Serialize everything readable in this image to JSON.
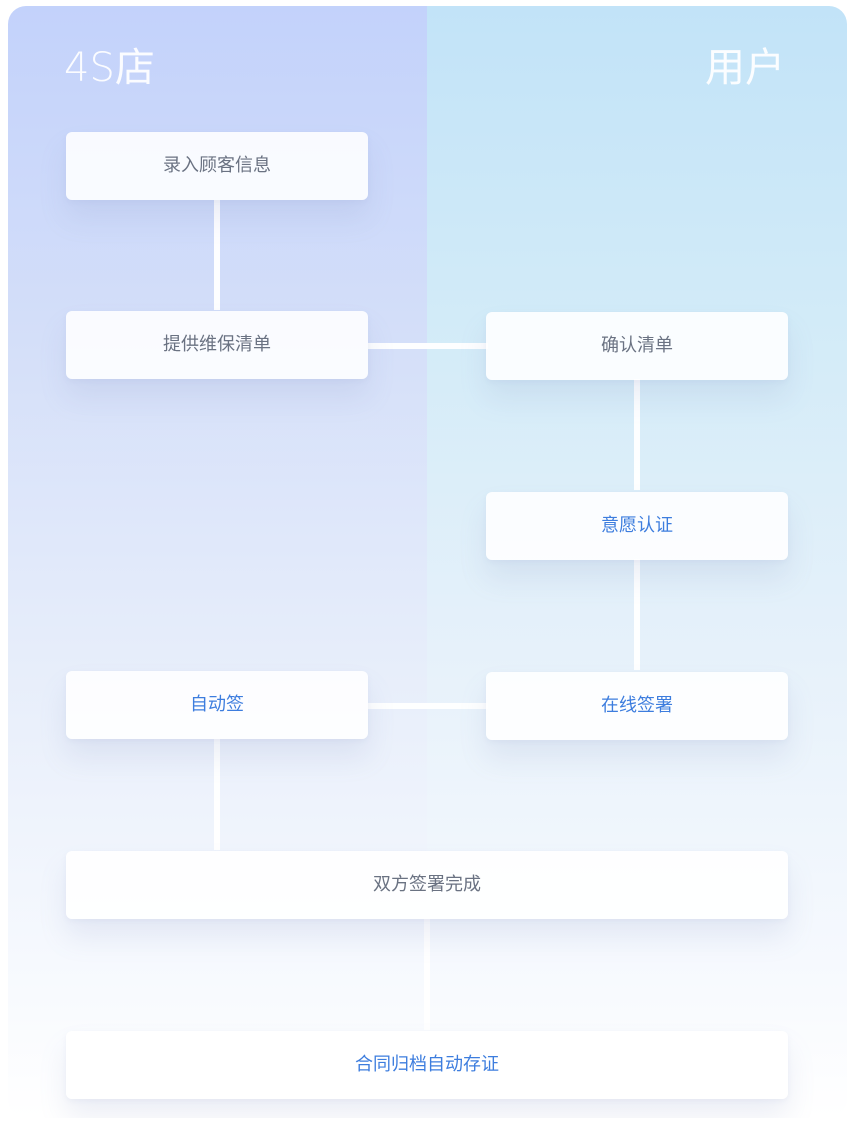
{
  "lanes": {
    "left_title": "4S店",
    "right_title": "用户"
  },
  "steps": {
    "enter_customer_info": "录入顾客信息",
    "provide_maintenance_list": "提供维保清单",
    "confirm_list": "确认清单",
    "intent_verification": "意愿认证",
    "auto_sign": "自动签",
    "online_sign": "在线签署",
    "both_signed": "双方签署完成",
    "archive_and_store": "合同归档自动存证"
  },
  "colors": {
    "left_lane_top": "#c3d2fb",
    "right_lane_top": "#c2e3f8",
    "accent_text": "#3d7dde",
    "body_text": "#5f6778",
    "connector": "#ffffff"
  }
}
